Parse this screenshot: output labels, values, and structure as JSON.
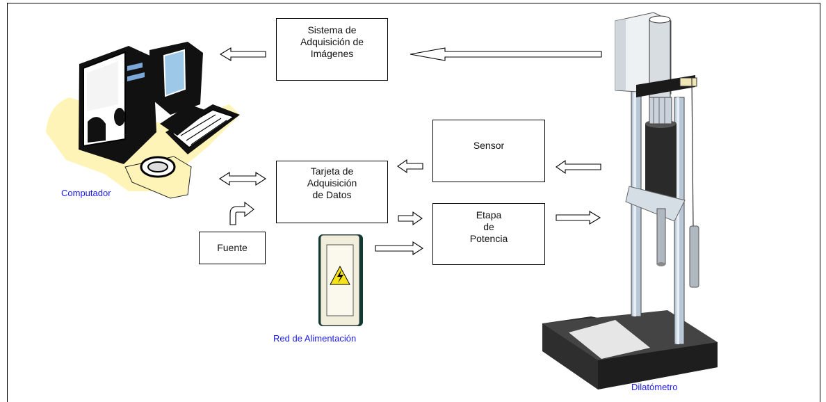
{
  "blocks": {
    "imaging": "Sistema de\nAdquisición de\nImágenes",
    "sensor": "Sensor",
    "daq": "Tarjeta de\nAdquisición\nde Datos",
    "power": "Etapa\nde\nPotencia",
    "supply": "Fuente"
  },
  "labels": {
    "computer": "Computador",
    "mains": "Red de Alimentación",
    "dilatometer": "Dilatómetro"
  },
  "icons": {
    "computer": "computer-clipart-icon",
    "mains": "electrical-panel-warning-icon",
    "dilatometer": "dilatometer-apparatus-icon"
  },
  "colors": {
    "label_text": "#1a1aee",
    "computer_glow": "#fff4b8",
    "warning": "#f5e21a"
  }
}
